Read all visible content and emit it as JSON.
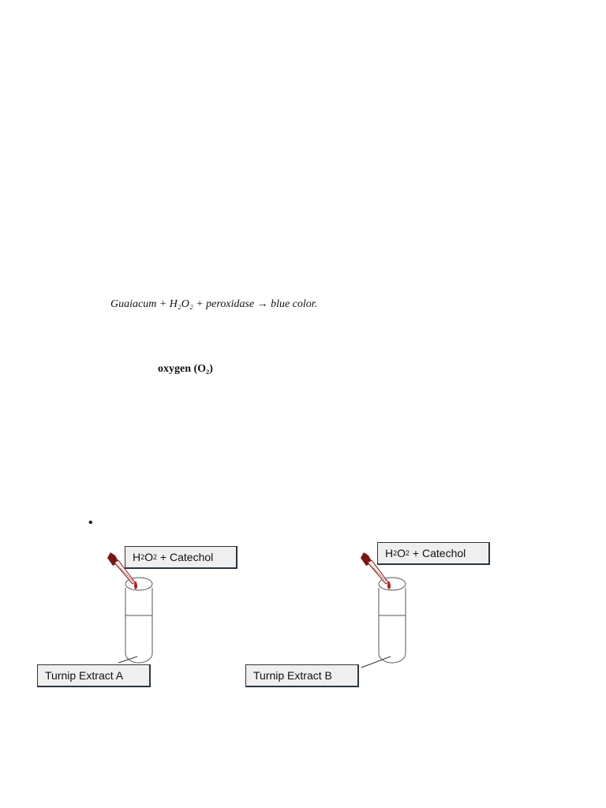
{
  "equation": "Guaiacum + H₂O₂ + peroxidase → blue color.",
  "oxygen_label": "oxygen (O₂)",
  "bullet": "•",
  "diagram": {
    "reagent_a": {
      "prefix": "H",
      "sub1": "2",
      "mid": "O",
      "sub2": "2",
      "suffix": " + Catechol"
    },
    "reagent_b": {
      "prefix": "H",
      "sub1": "2",
      "mid": "O",
      "sub2": "2",
      "suffix": " + Catechol"
    },
    "extract_a": "Turnip Extract A",
    "extract_b": "Turnip Extract B",
    "colors": {
      "dropper": "#8b1a1a",
      "drop": "#c0141a",
      "tube_stroke": "#555555"
    }
  }
}
